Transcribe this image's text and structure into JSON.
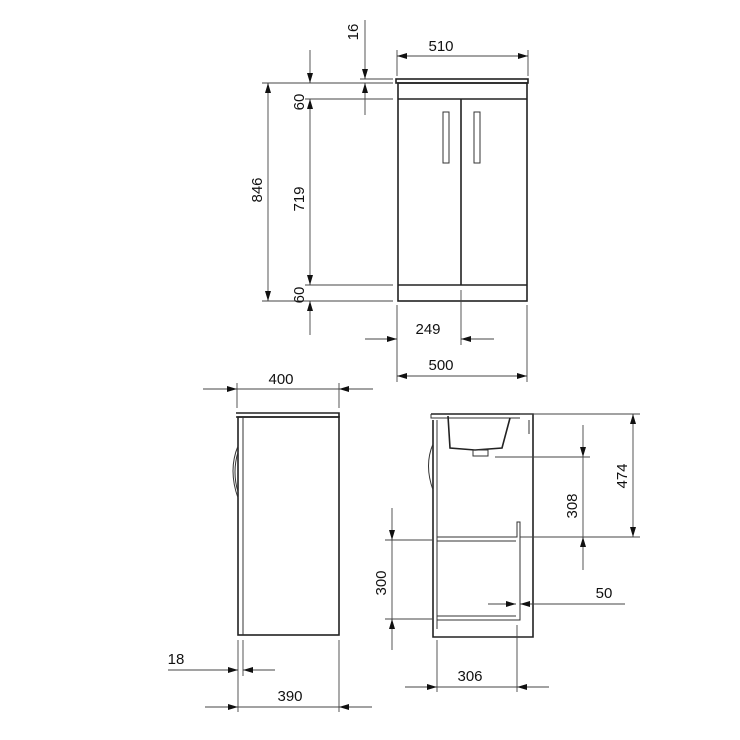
{
  "front_view": {
    "dims": {
      "top_width": "510",
      "worktop_thickness": "16",
      "total_height": "846",
      "top_rail": "60",
      "door_height": "719",
      "plinth": "60",
      "half_width": "249",
      "body_width": "500"
    }
  },
  "side_view": {
    "dims": {
      "top_depth": "400",
      "door_thickness": "18",
      "body_depth": "390"
    }
  },
  "section_view": {
    "dims": {
      "basin_to_drawer": "474",
      "waste_to_drawer": "308",
      "drawer_height": "300",
      "back_clearance": "50",
      "drawer_depth": "306"
    }
  },
  "colors": {
    "line": "#333333",
    "background": "#ffffff"
  }
}
